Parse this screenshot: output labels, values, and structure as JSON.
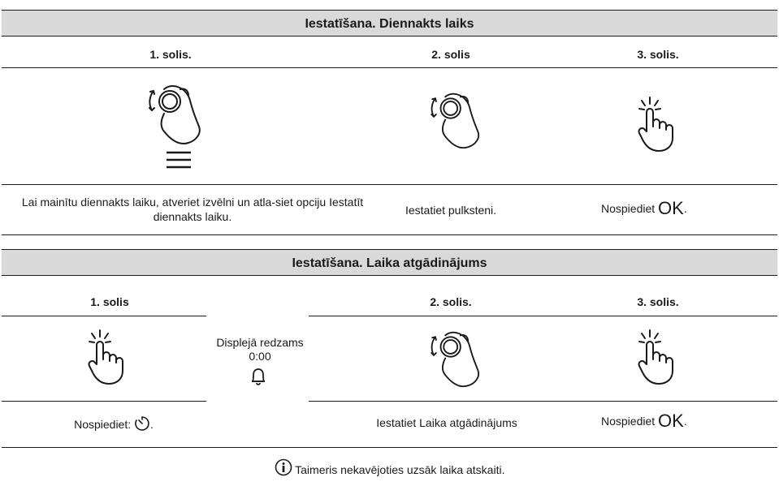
{
  "section1": {
    "title": "Iestatīšana. Diennakts laiks",
    "steps": [
      {
        "label": "1. solis.",
        "icon": "rotate-knob-hand-icon",
        "extra_icon": "menu-icon",
        "description": "Lai mainītu diennakts laiku, atveriet izvēlni un atla-siet opciju Iestatīt diennakts laiku."
      },
      {
        "label": "2. solis",
        "icon": "rotate-knob-hand-icon",
        "description": "Iestatiet pulksteni."
      },
      {
        "label": "3. solis.",
        "icon": "press-hand-icon",
        "description_prefix": "Nospiediet",
        "key": "OK",
        "suffix": "."
      }
    ]
  },
  "section2": {
    "title": "Iestatīšana. Laika atgādinājums",
    "steps": [
      {
        "label": "1. solis",
        "icon": "press-hand-icon",
        "description_prefix": "Nospiediet:",
        "key_icon": "timer-icon",
        "suffix": "."
      },
      {
        "label": "2. solis.",
        "icon": "rotate-knob-hand-icon",
        "description": "Iestatiet Laika atgādinājums"
      },
      {
        "label": "3. solis.",
        "icon": "press-hand-icon",
        "description_prefix": "Nospiediet",
        "key": "OK",
        "suffix": "."
      }
    ],
    "display_note": {
      "line1": "Displejā redzams",
      "line2": "0:00",
      "icon": "bell-icon"
    }
  },
  "footer_note": {
    "icon": "info-icon",
    "text": "Taimeris nekavējoties uzsāk laika atskaiti."
  }
}
